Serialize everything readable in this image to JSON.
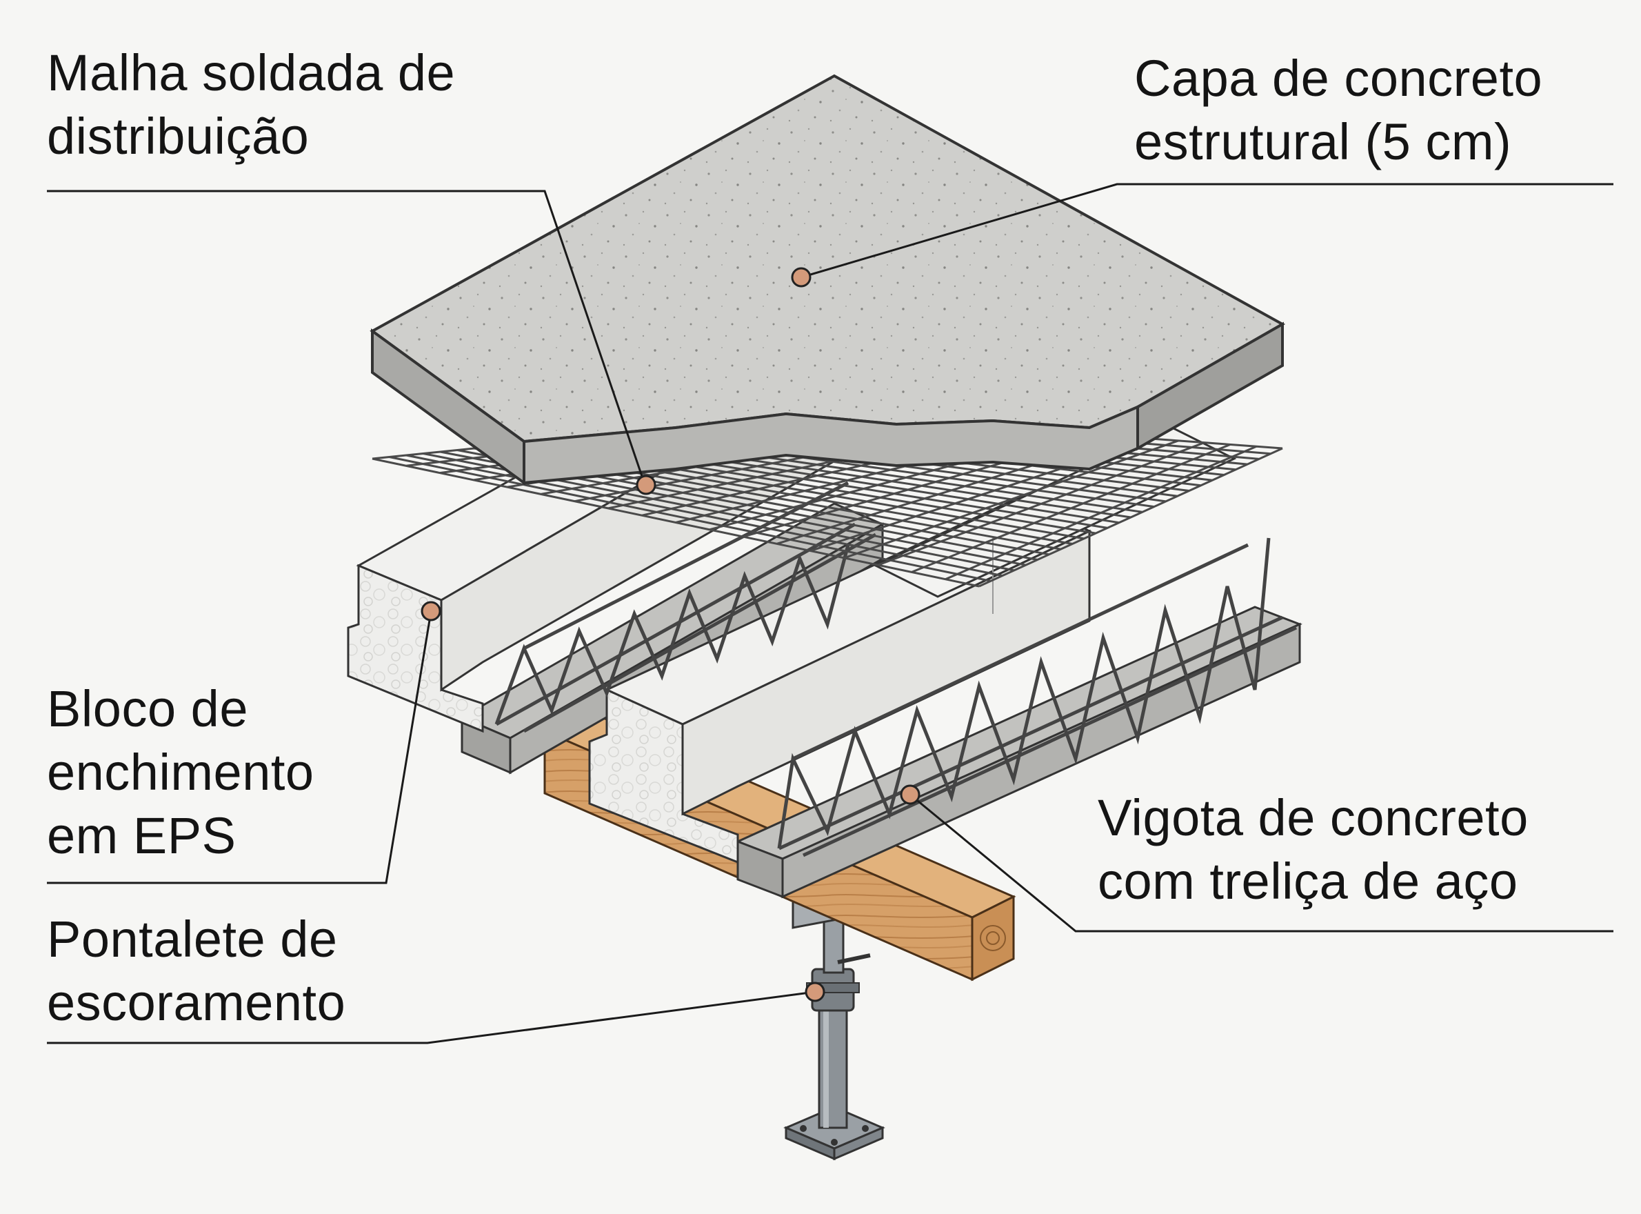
{
  "labels": {
    "malha": {
      "line1": "Malha soldada de",
      "line2": "distribuição"
    },
    "capa": {
      "line1": "Capa de concreto",
      "line2": "estrutural (5 cm)"
    },
    "bloco": {
      "line1": "Bloco de",
      "line2": "enchimento",
      "line3": "em EPS"
    },
    "pontalete": {
      "line1": "Pontalete de",
      "line2": "escoramento"
    },
    "vigota": {
      "line1": "Vigota de concreto",
      "line2": "com treliça de aço"
    }
  },
  "colors": {
    "concrete": "#c9c9c6",
    "concrete_side": "#a8a8a5",
    "eps": "#ececea",
    "wood": "#d9a066",
    "steel": "#6e7378",
    "callout_dot": "#d49a7a",
    "line": "#1a1a1a"
  }
}
